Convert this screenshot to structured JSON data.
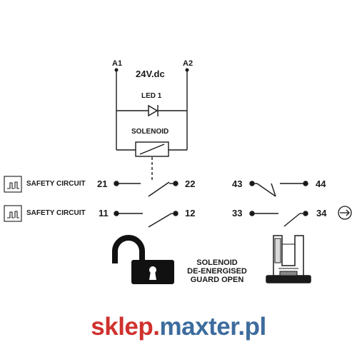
{
  "terminals": {
    "a1": "A1",
    "a2": "A2"
  },
  "supply_voltage": "24V.dc",
  "led_label": "LED 1",
  "solenoid_label": "SOLENOID",
  "safety_circuits": [
    {
      "label": "SAFETY CIRCUIT",
      "contact_in": "21",
      "contact_out": "22"
    },
    {
      "label": "SAFETY CIRCUIT",
      "contact_in": "11",
      "contact_out": "12"
    }
  ],
  "aux_contacts": [
    {
      "contact_in": "43",
      "contact_out": "44"
    },
    {
      "contact_in": "33",
      "contact_out": "34"
    }
  ],
  "state_note": [
    "SOLENOID",
    "DE-ENERGISED",
    "GUARD OPEN"
  ],
  "watermark": {
    "part1": "sklep.",
    "part2": "maxter.pl",
    "color1": "#d0312d",
    "color2": "#3d6c9e"
  },
  "colors": {
    "ink": "#1a1a1a"
  },
  "icons": [
    "safety-circuit-icon",
    "led-diode-icon",
    "solenoid-coil-icon",
    "unlocked-padlock-icon",
    "guard-actuator-icon",
    "arrow-right-circle-icon"
  ]
}
